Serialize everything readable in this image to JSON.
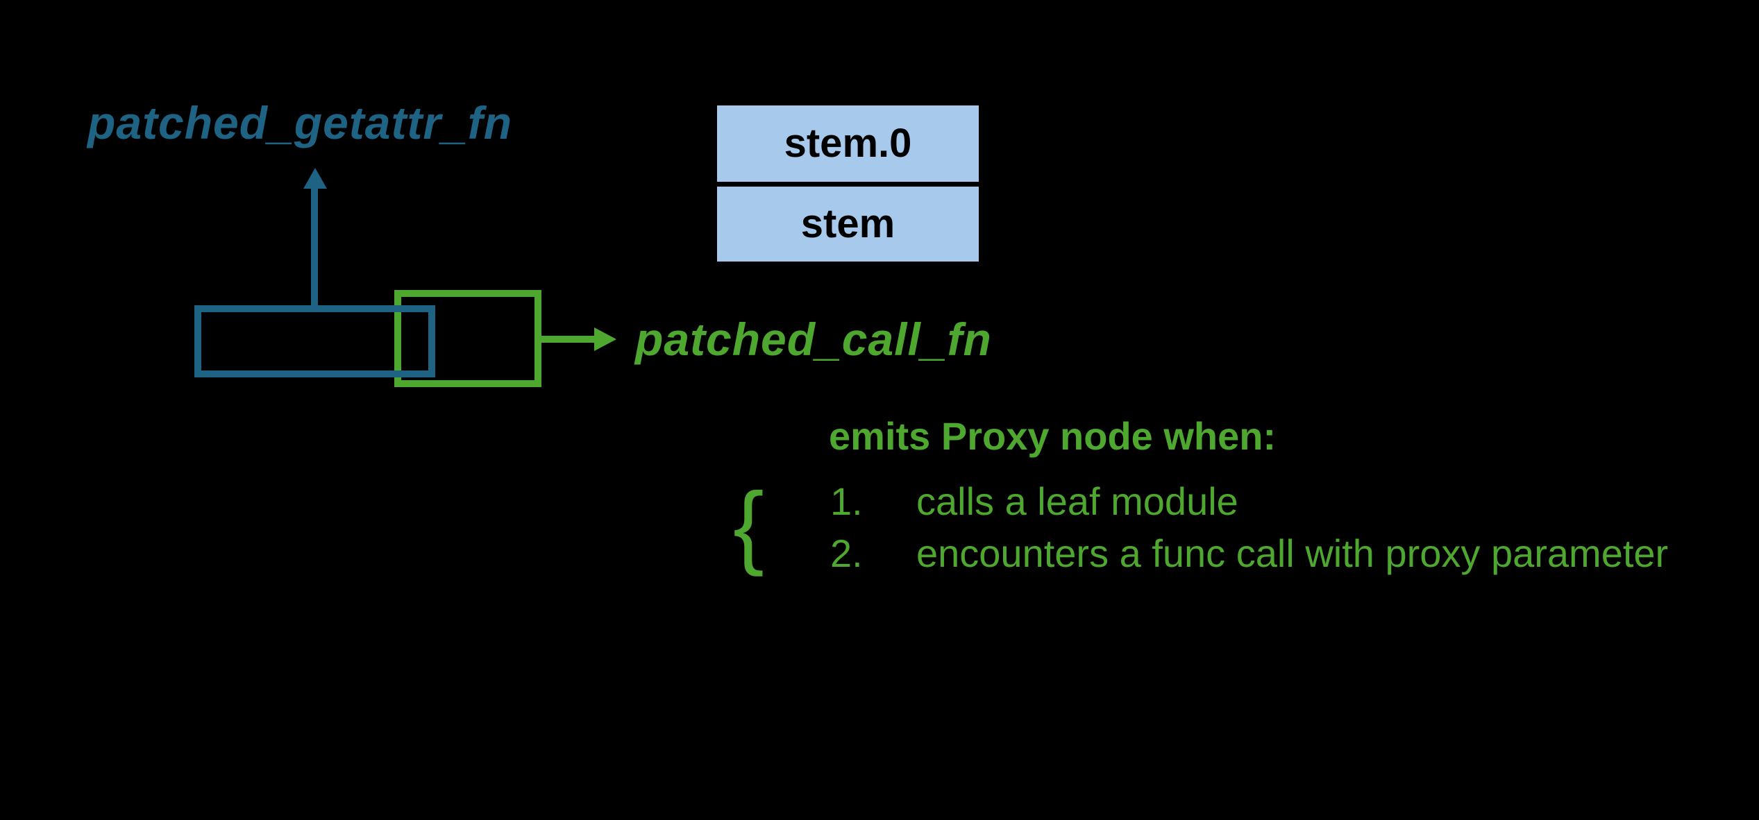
{
  "colors": {
    "background": "#000000",
    "blue": "#1e6384",
    "green": "#4ea72e",
    "cell_fill": "#a6c9ec",
    "cell_text": "#000000"
  },
  "labels": {
    "getattr": "patched_getattr_fn",
    "call": "patched_call_fn"
  },
  "table": {
    "rows": [
      {
        "label": "stem.0"
      },
      {
        "label": "stem"
      }
    ]
  },
  "annotation": {
    "heading": "emits Proxy node when:",
    "brace": "{",
    "items": [
      {
        "number": "1.",
        "text": "calls a leaf module"
      },
      {
        "number": "2.",
        "text": "encounters a func call with proxy parameter"
      }
    ]
  }
}
